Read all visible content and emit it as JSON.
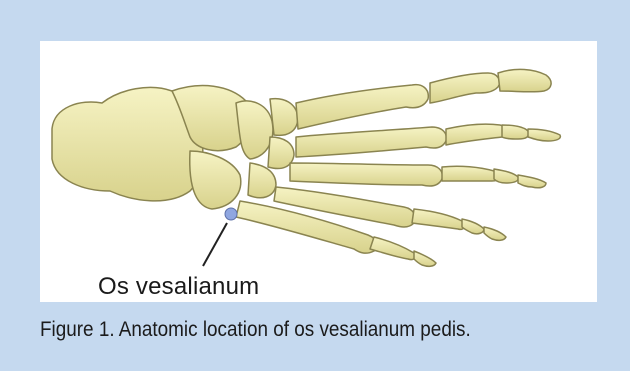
{
  "figure": {
    "callout_label": "Os vesalianum",
    "caption": "Figure 1. Anatomic location of os vesalianum pedis."
  },
  "colors": {
    "panel_background": "#c5d9ef",
    "bone_fill": "#ece8a6",
    "bone_outline": "#8a8450",
    "ossicle_fill": "#8fa6e0"
  },
  "illustration": {
    "subject": "foot-skeleton-dorsal-view",
    "highlight": "os-vesalianum-ossicle"
  }
}
